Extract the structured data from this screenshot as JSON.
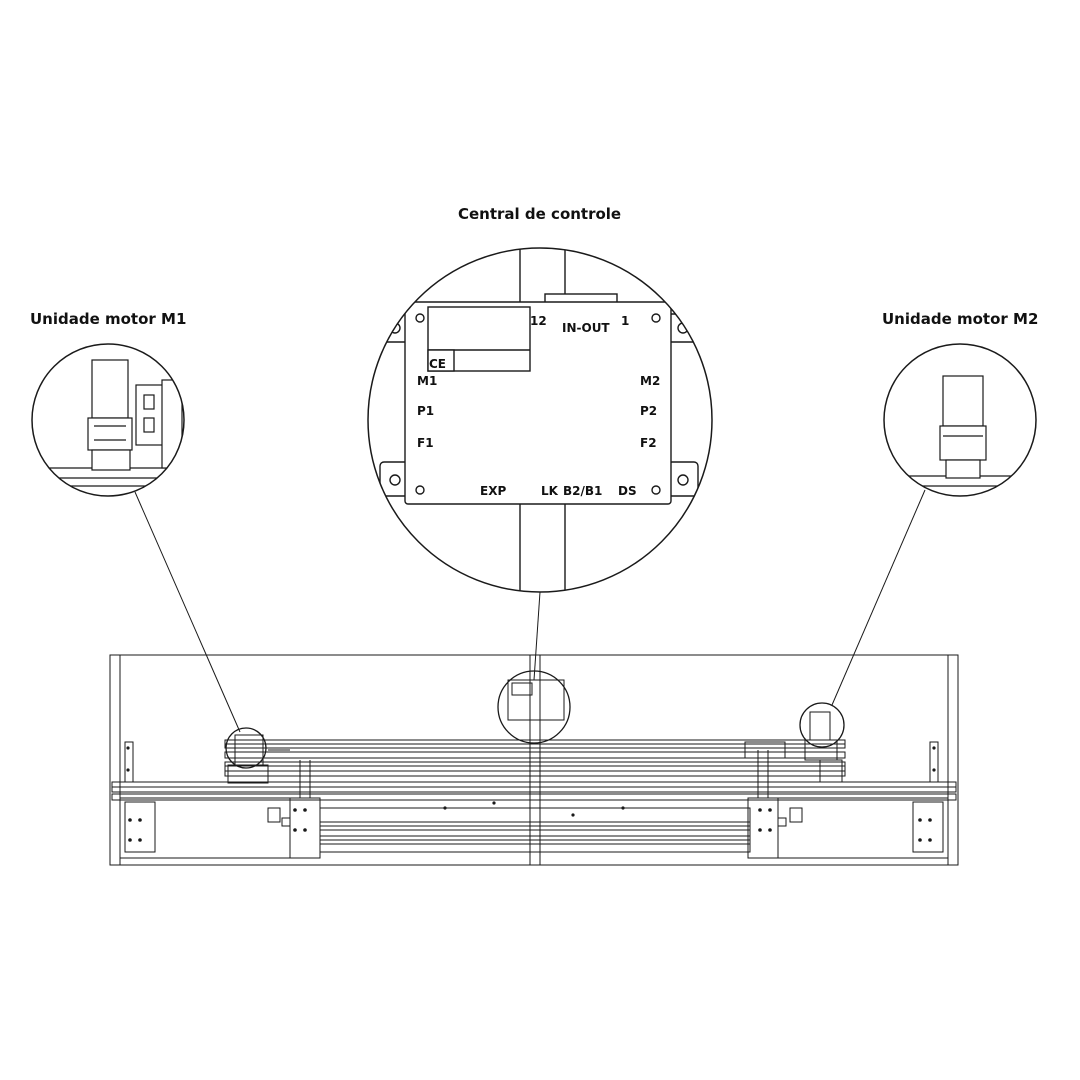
{
  "labels": {
    "motor_m1": "Unidade motor M1",
    "central": "Central de controle",
    "motor_m2": "Unidade motor M2"
  },
  "board": {
    "ce_mark": "CE",
    "pin_12": "12",
    "in_out": "IN-OUT",
    "pin_1": "1",
    "m1": "M1",
    "p1": "P1",
    "f1": "F1",
    "m2": "M2",
    "p2": "P2",
    "f2": "F2",
    "exp": "EXP",
    "lk": "LK",
    "b2b1": "B2/B1",
    "ds": "DS"
  },
  "colors": {
    "line": "#1a1a1a",
    "background": "#ffffff"
  }
}
